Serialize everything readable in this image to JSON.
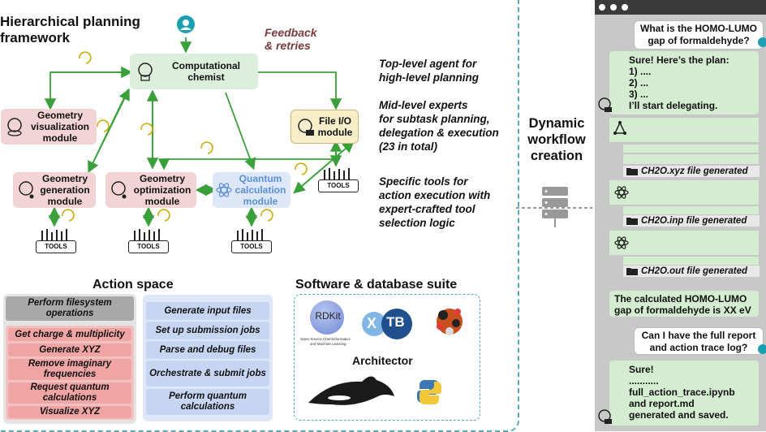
{
  "left_panel": {
    "title_line1": "Hierarchical planning",
    "title_line2": "framework",
    "feedback_line1": "Feedback",
    "feedback_line2": "& retries",
    "nodes": {
      "chemist": [
        "Computational",
        "chemist"
      ],
      "geometry_vis": [
        "Geometry",
        "visualization",
        "module"
      ],
      "file_io": [
        "File I/O",
        "module"
      ],
      "geometry_gen": [
        "Geometry",
        "generation",
        "module"
      ],
      "geometry_opt": [
        "Geometry",
        "optimization",
        "module"
      ],
      "quantum": [
        "Quantum",
        "calculation",
        "module"
      ]
    },
    "tools_label": "TOOLS",
    "descriptions": {
      "top": [
        "Top-level agent for",
        "high-level planning"
      ],
      "mid": [
        "Mid-level experts",
        "for subtask planning,",
        "delegation & execution",
        "(23 in total)"
      ],
      "tools": [
        "Specific tools for",
        "action execution with",
        "expert-crafted tool",
        "selection logic"
      ]
    },
    "action_space": {
      "title": "Action space",
      "gray": "Perform filesystem operations",
      "red": [
        "Get charge & multiplicity",
        "Generate XYZ",
        "Remove imaginary frequencies",
        "Request quantum calculations",
        "Visualize XYZ"
      ],
      "blue": [
        "Generate input files",
        "Set up submission jobs",
        "Parse and debug files",
        "Orchestrate & submit jobs",
        "Perform quantum calculations"
      ]
    },
    "software": {
      "title": "Software & database suite",
      "rdkit": "RDKit",
      "rdkit_sub1": "Open-Source Cheminformatics",
      "rdkit_sub2": "and Machine Learning",
      "xtb_x": "X",
      "xtb_tb": "TB",
      "architector": "Architector"
    }
  },
  "middle": {
    "label_line1": "Dynamic",
    "label_line2": "workflow",
    "label_line3": "creation"
  },
  "chat": {
    "q1": [
      "What is the HOMO-LUMO",
      "gap of formaldehyde?"
    ],
    "a1": [
      "Sure! Here’s the plan:",
      "1) ....",
      "2) ...",
      "3) ...",
      "I’ll start delegating."
    ],
    "file1": "CH2O.xyz file generated",
    "file2": "CH2O.inp file generated",
    "file3": "CH2O.out file generated",
    "result": [
      "The calculated HOMO-LUMO",
      "gap of formaldehyde is XX eV"
    ],
    "q2": [
      "Can I have the full report",
      "and action trace log?"
    ],
    "a2": [
      "Sure!",
      "...........",
      "full_action_trace.ipynb",
      "and report.md",
      "generated and saved."
    ]
  },
  "colors": {
    "frame": "#5aa8b0",
    "arrow_green": "#3aa03a",
    "feedback": "#7a3b3b",
    "green_node": "#dcefdc",
    "pink_node": "#f3d4d6",
    "blue_node": "#dde7f7",
    "yellow_node": "#f6edc9",
    "chat_bg": "#c8c8c8"
  }
}
